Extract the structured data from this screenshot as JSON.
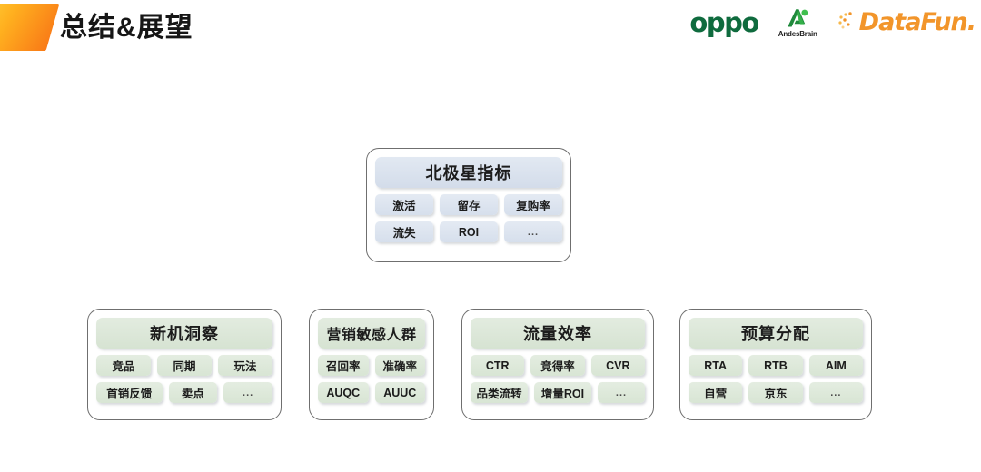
{
  "header": {
    "title": "总结&展望",
    "accent_color": "#f9a21a",
    "logos": [
      {
        "name": "oppo-logo",
        "text": "oppo",
        "color": "#0f6b3e"
      },
      {
        "name": "andesbrain-logo",
        "text": "AndesBrain",
        "color": "#2aa84a"
      },
      {
        "name": "datafun-logo",
        "text": "DataFun.",
        "color": "#f2952a"
      }
    ]
  },
  "cards": {
    "northstar": {
      "title": "北极星指标",
      "accent": "#d3dcea",
      "rows": [
        [
          "激活",
          "留存",
          "复购率"
        ],
        [
          "流失",
          "ROI",
          "..."
        ]
      ]
    },
    "insight": {
      "title": "新机洞察",
      "accent": "#d6e3d2",
      "rows": [
        [
          "竞品",
          "同期",
          "玩法"
        ],
        [
          "首销反馈",
          "卖点",
          "..."
        ]
      ]
    },
    "audience": {
      "title": "营销敏感人群",
      "accent": "#d6e3d2",
      "rows": [
        [
          "召回率",
          "准确率"
        ],
        [
          "AUQC",
          "AUUC"
        ]
      ]
    },
    "traffic": {
      "title": "流量效率",
      "accent": "#d6e3d2",
      "rows": [
        [
          "CTR",
          "竞得率",
          "CVR"
        ],
        [
          "品类流转",
          "增量ROI",
          "..."
        ]
      ]
    },
    "budget": {
      "title": "预算分配",
      "accent": "#d6e3d2",
      "rows": [
        [
          "RTA",
          "RTB",
          "AIM"
        ],
        [
          "自营",
          "京东",
          "..."
        ]
      ]
    }
  }
}
